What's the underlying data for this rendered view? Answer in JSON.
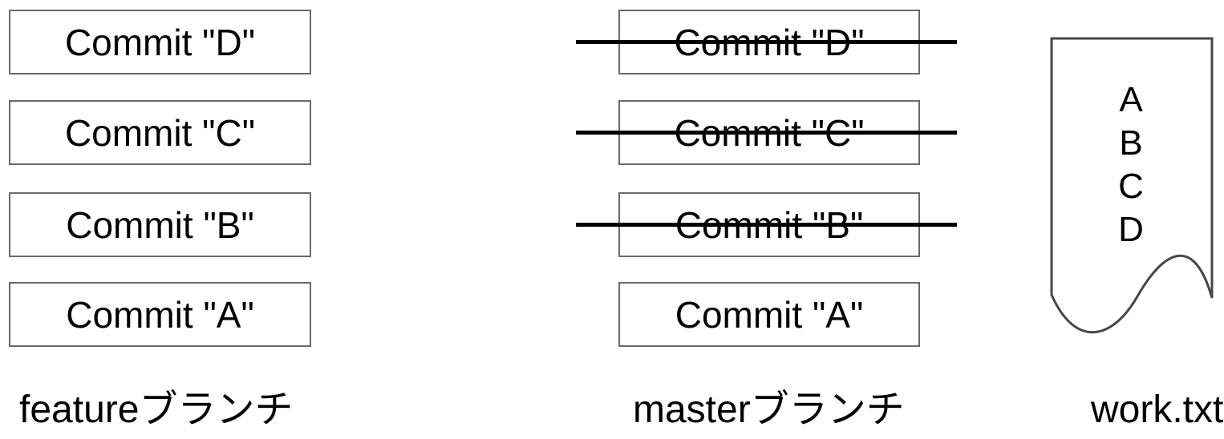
{
  "feature": {
    "label": "featureブランチ",
    "commits": [
      {
        "label": "Commit \"D\"",
        "struck": false
      },
      {
        "label": "Commit \"C\"",
        "struck": false
      },
      {
        "label": "Commit \"B\"",
        "struck": false
      },
      {
        "label": "Commit \"A\"",
        "struck": false
      }
    ]
  },
  "master": {
    "label": "masterブランチ",
    "commits": [
      {
        "label": "Commit \"D\"",
        "struck": true
      },
      {
        "label": "Commit \"C\"",
        "struck": true
      },
      {
        "label": "Commit \"B\"",
        "struck": true
      },
      {
        "label": "Commit \"A\"",
        "struck": false
      }
    ]
  },
  "work_file": {
    "label": "work.txt",
    "lines": [
      "A",
      "B",
      "C",
      "D"
    ]
  },
  "colors": {
    "background": "#ffffff",
    "text": "#000000",
    "box_border": "#6a6a6a",
    "strike_line": "#000000",
    "document_border": "#474747"
  }
}
